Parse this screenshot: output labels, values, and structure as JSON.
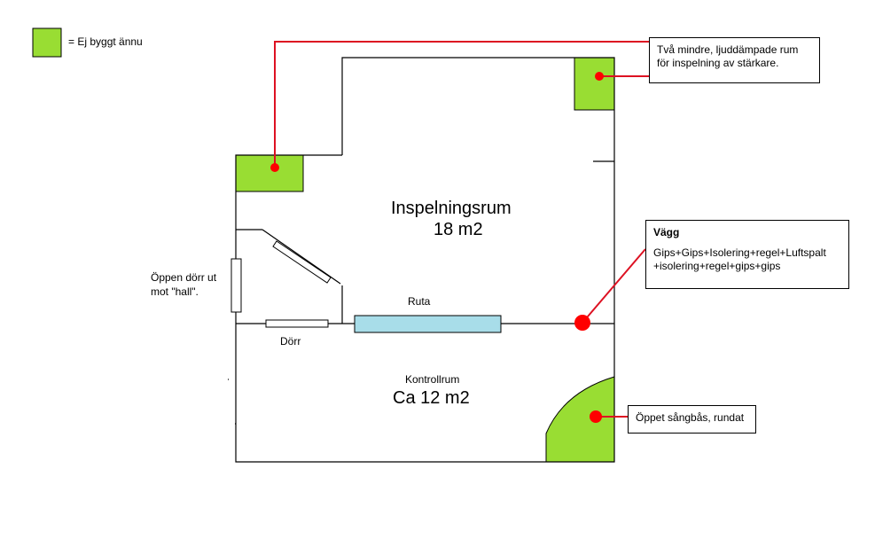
{
  "colors": {
    "not_built": "#99dd33",
    "marker": "#ff0000",
    "line": "#dd1122",
    "window": "#a8dde9",
    "wall": "#000000"
  },
  "legend": {
    "label": "= Ej byggt ännu"
  },
  "rooms": {
    "recording": {
      "name": "Inspelningsrum",
      "area": "18 m2"
    },
    "control": {
      "name": "Kontrollrum",
      "area": "Ca 12 m2"
    }
  },
  "labels": {
    "window": "Ruta",
    "door": "Dörr",
    "open_door_line1": "Öppen dörr ut",
    "open_door_line2": "mot \"hall\"."
  },
  "callouts": {
    "small_rooms": {
      "line1": "Två mindre, ljuddämpade rum",
      "line2": "för inspelning av stärkare."
    },
    "wall": {
      "title": "Vägg",
      "line1": "Gips+Gips+Isolering+regel+Luftspalt",
      "line2": "+isolering+regel+gips+gips"
    },
    "booth": {
      "text": "Öppet sångbås, rundat"
    }
  }
}
